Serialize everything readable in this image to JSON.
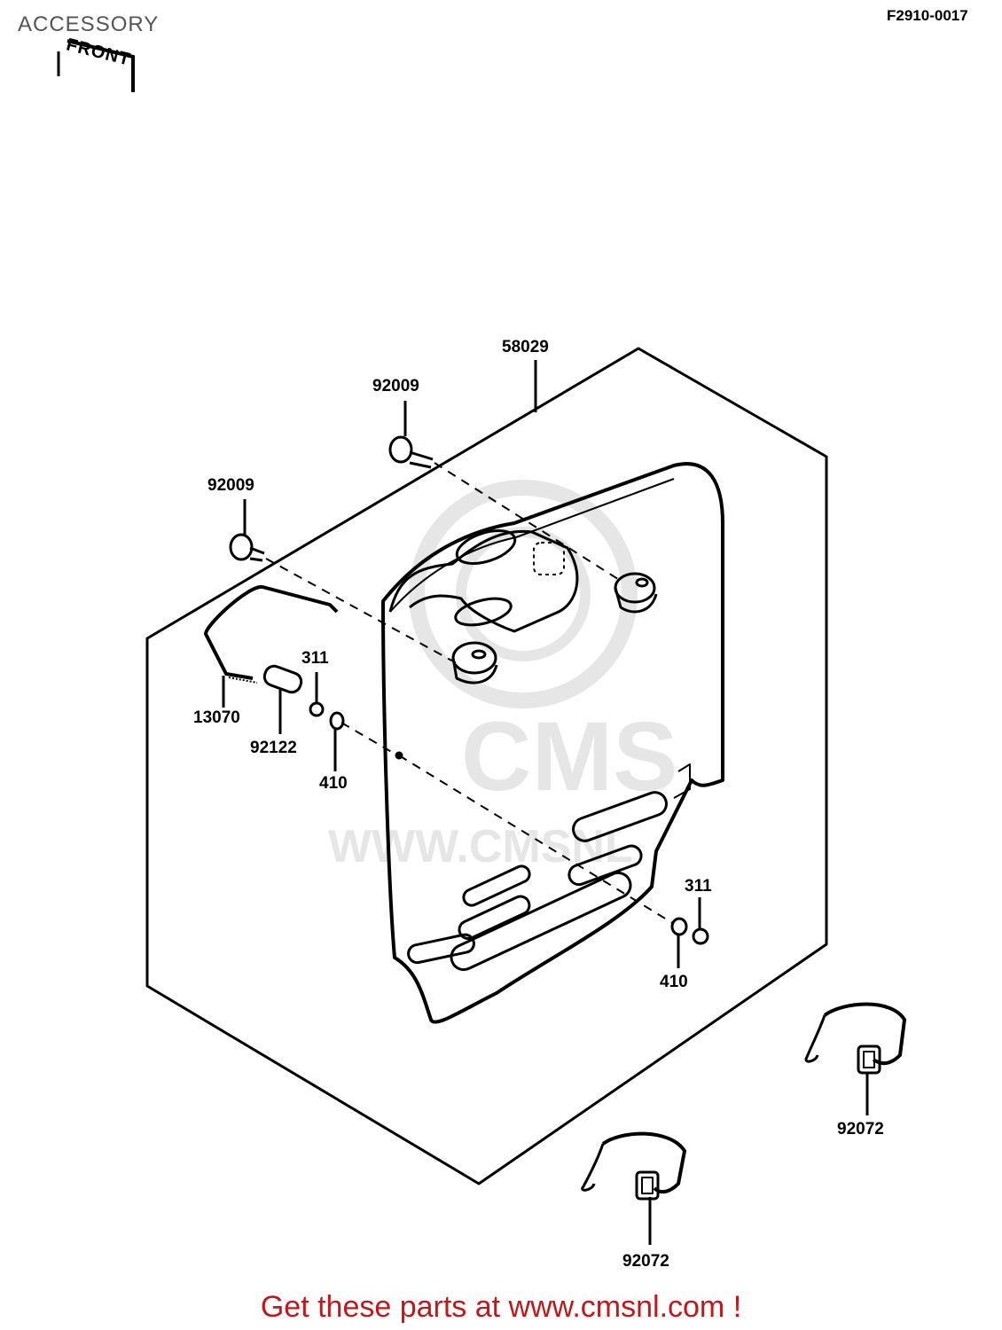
{
  "header": {
    "title": "ACCESSORY",
    "diagram_code": "F2910-0017",
    "front_marker": "FRONT"
  },
  "watermark": {
    "brand": "CMS",
    "url": "WWW.CMSNL"
  },
  "parts": {
    "p58029": "58029",
    "p92009_top": "92009",
    "p92009_left": "92009",
    "p13070": "13070",
    "p92122": "92122",
    "p311_upper": "311",
    "p410_upper": "410",
    "p311_lower": "311",
    "p410_lower": "410",
    "p92072_right": "92072",
    "p92072_bottom": "92072"
  },
  "footer": {
    "promo": "Get these parts at www.cmsnl.com !"
  },
  "colors": {
    "footer_red": "#c0191b",
    "line": "#000000",
    "watermark": "#e6e6e6"
  }
}
